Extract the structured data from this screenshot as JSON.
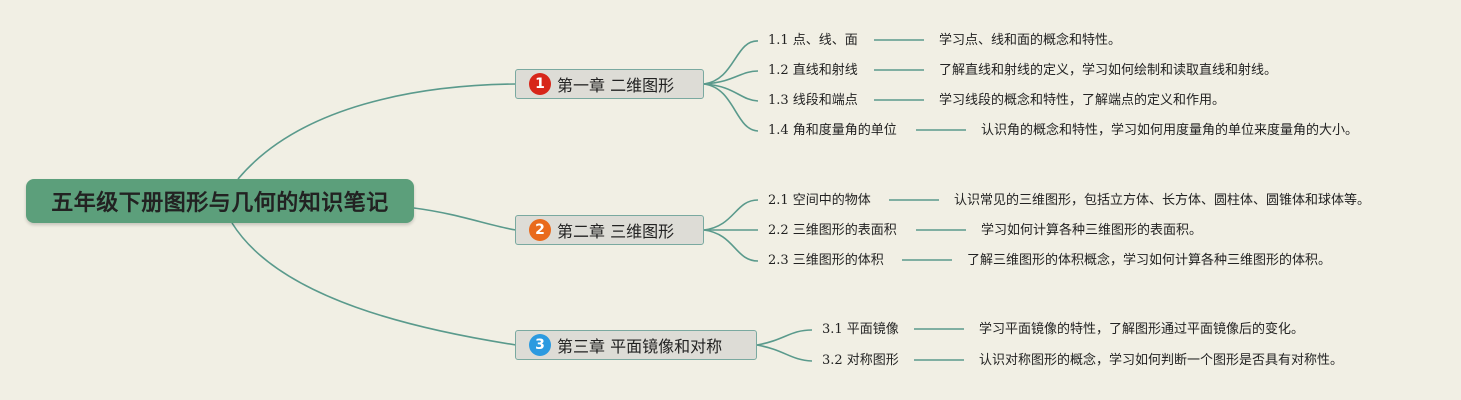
{
  "root": {
    "title": "五年级下册图形与几何的知识笔记"
  },
  "colors": {
    "root_bg": "#5c9f7b",
    "connector": "#5a9a8c",
    "badge1": "#d7261a",
    "badge2": "#e96a1c",
    "badge3": "#2b9ae0"
  },
  "chapters": [
    {
      "badge": "1",
      "title": "第一章 二维图形",
      "sections": [
        {
          "label": "1.1 点、线、面",
          "desc": "学习点、线和面的概念和特性。"
        },
        {
          "label": "1.2 直线和射线",
          "desc": "了解直线和射线的定义，学习如何绘制和读取直线和射线。"
        },
        {
          "label": "1.3 线段和端点",
          "desc": "学习线段的概念和特性，了解端点的定义和作用。"
        },
        {
          "label": "1.4 角和度量角的单位",
          "desc": "认识角的概念和特性，学习如何用度量角的单位来度量角的大小。"
        }
      ]
    },
    {
      "badge": "2",
      "title": "第二章 三维图形",
      "sections": [
        {
          "label": "2.1 空间中的物体",
          "desc": "认识常见的三维图形，包括立方体、长方体、圆柱体、圆锥体和球体等。"
        },
        {
          "label": "2.2 三维图形的表面积",
          "desc": "学习如何计算各种三维图形的表面积。"
        },
        {
          "label": "2.3 三维图形的体积",
          "desc": "了解三维图形的体积概念，学习如何计算各种三维图形的体积。"
        }
      ]
    },
    {
      "badge": "3",
      "title": "第三章 平面镜像和对称",
      "sections": [
        {
          "label": "3.1 平面镜像",
          "desc": "学习平面镜像的特性，了解图形通过平面镜像后的变化。"
        },
        {
          "label": "3.2 对称图形",
          "desc": "认识对称图形的概念，学习如何判断一个图形是否具有对称性。"
        }
      ]
    }
  ]
}
